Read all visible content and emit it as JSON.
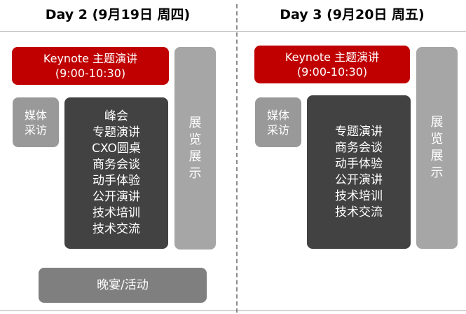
{
  "days": [
    {
      "title": "Day 2 (9月19日 周四)",
      "keynote": {
        "title": "Keynote 主题演讲",
        "time": "(9:00-10:30)"
      },
      "media": [
        "媒体",
        "采访"
      ],
      "sessions": [
        "峰会",
        "专题演讲",
        "CXO圆桌",
        "商务会谈",
        "动手体验",
        "公开演讲",
        "技术培训",
        "技术交流"
      ],
      "exhibition": [
        "展",
        "览",
        "展",
        "示"
      ],
      "evening": "晚宴/活动"
    },
    {
      "title": "Day 3 (9月20日 周五)",
      "keynote": {
        "title": "Keynote 主题演讲",
        "time": "(9:00-10:30)"
      },
      "media": [
        "媒体",
        "采访"
      ],
      "sessions": [
        "专题演讲",
        "商务会谈",
        "动手体验",
        "公开演讲",
        "技术培训",
        "技术交流"
      ],
      "exhibition": [
        "展",
        "览",
        "展",
        "示"
      ]
    }
  ],
  "colors": {
    "keynote": "#c00000",
    "media": "#999999",
    "sessions": "#424242",
    "exhibition": "#a6a6a6",
    "evening": "#7f7f7f"
  }
}
